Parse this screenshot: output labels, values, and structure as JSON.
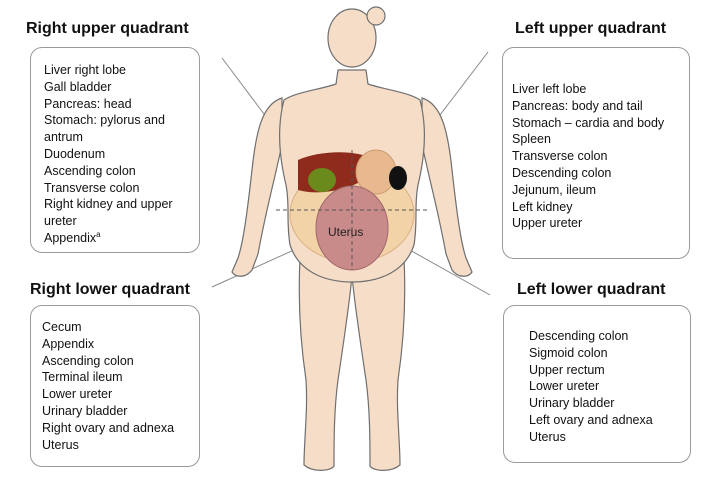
{
  "quadrants": {
    "ruq": {
      "title": "Right upper quadrant",
      "items": [
        "Liver right lobe",
        "Gall bladder",
        "Pancreas: head",
        "Stomach: pylorus and",
        "antrum",
        "Duodenum",
        "Ascending colon",
        "Transverse colon",
        "Right kidney and upper",
        "ureter"
      ],
      "last_item": "Appendix",
      "last_item_sup": "a"
    },
    "luq": {
      "title": "Left upper quadrant",
      "items": [
        "Liver left lobe",
        "Pancreas: body and tail",
        "Stomach – cardia and body",
        "Spleen",
        "Transverse colon",
        "Descending colon",
        "Jejunum, ileum",
        "Left kidney",
        "Upper ureter"
      ]
    },
    "rlq": {
      "title": "Right lower quadrant",
      "items": [
        "Cecum",
        "Appendix",
        "Ascending colon",
        "Terminal ileum",
        "Lower ureter",
        "Urinary bladder",
        "Right ovary and adnexa",
        "Uterus"
      ]
    },
    "llq": {
      "title": "Left lower quadrant",
      "items": [
        "Descending colon",
        "Sigmoid colon",
        "Upper rectum",
        "Lower ureter",
        "Urinary bladder",
        "Left ovary and adnexa",
        "Uterus"
      ]
    }
  },
  "figure": {
    "uterus_label": "Uterus"
  },
  "colors": {
    "skin": "#f6ddc8",
    "outline": "#6f6f6f",
    "uterus": "#c98a8a",
    "liver": "#8e2b1d",
    "stomach": "#e8b98f",
    "gallbladder": "#6a8a1c",
    "intestine": "#f2d3a8",
    "spleen": "#111111"
  }
}
